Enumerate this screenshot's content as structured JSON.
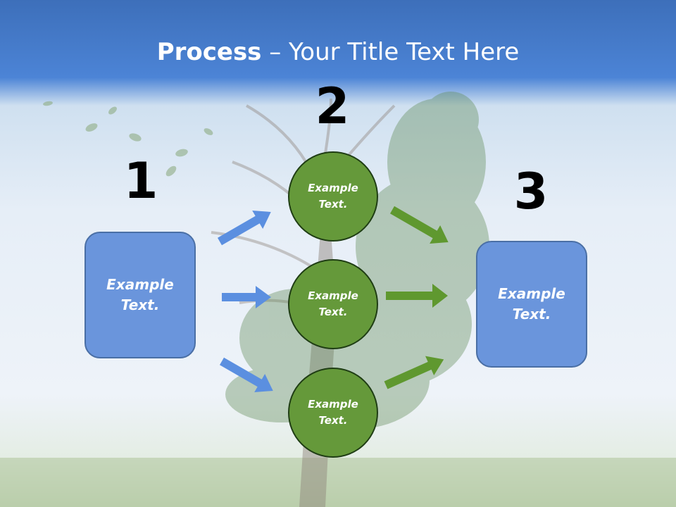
{
  "title": {
    "bold": "Process",
    "rest": " – Your Title Text Here"
  },
  "steps": [
    {
      "number": "1",
      "text": [
        "Example",
        "Text."
      ]
    },
    {
      "number": "2",
      "items": [
        {
          "text": [
            "Example",
            "Text."
          ]
        },
        {
          "text": [
            "Example",
            "Text."
          ]
        },
        {
          "text": [
            "Example",
            "Text."
          ]
        }
      ]
    },
    {
      "number": "3",
      "text": [
        "Example",
        "Text."
      ]
    }
  ],
  "colors": {
    "box": "#6a95dc",
    "circle": "#65993a",
    "blue_arrow": "#5b8fe0",
    "green_arrow": "#5f982f"
  }
}
